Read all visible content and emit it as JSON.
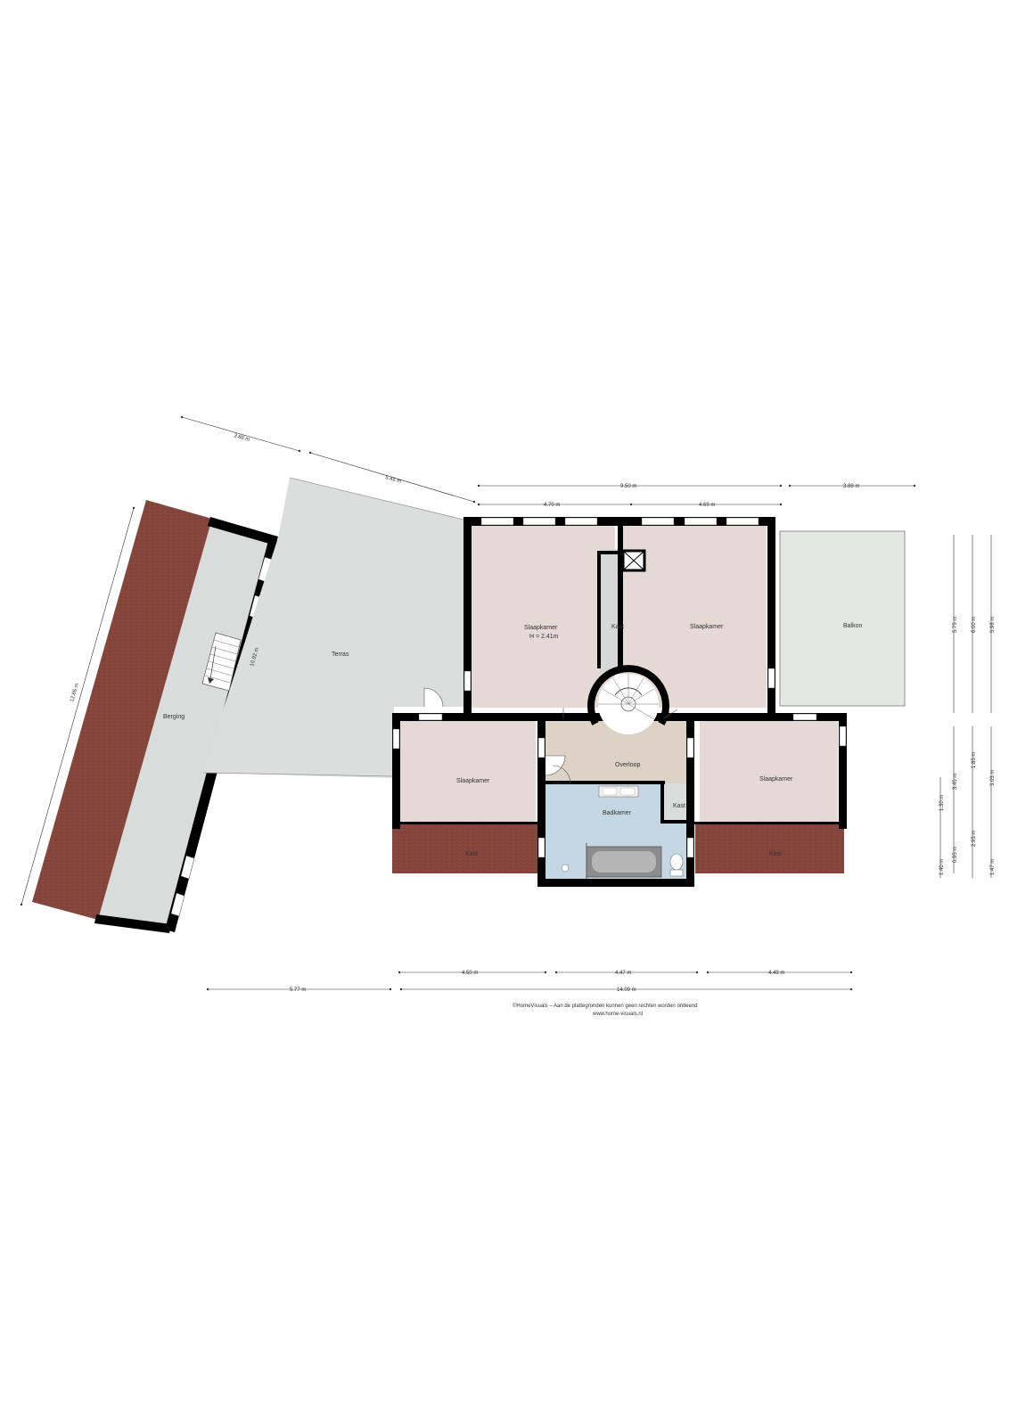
{
  "colors": {
    "wall": "#000000",
    "roof": "#8a4a40",
    "berging": "#dadcdc",
    "terras": "#dcdedd",
    "bedroom": "#e5d9d6",
    "overloop": "#dcd2c6",
    "badkamer": "#c5d7e2",
    "kast": "#d6d8d8",
    "balkon": "#e5e7e4"
  },
  "rooms": {
    "berging": "Berging",
    "terras": "Terras",
    "slaapkamer_nw": "Slaapkamer",
    "slaapkamer_nw_height": "H = 2.41m",
    "kast_center": "Kast",
    "slaapkamer_ne": "Slaapkamer",
    "balkon": "Balkon",
    "slaapkamer_w": "Slaapkamer",
    "overloop": "Overloop",
    "badkamer": "Badkamer",
    "kast_bath": "Kast",
    "slaapkamer_e": "Slaapkamer",
    "kast_w": "Kast",
    "kast_e": "Kast"
  },
  "dimensions": {
    "top_diag_1": "3.88 m",
    "top_diag_2": "5.45 m",
    "top_950": "9.50 m",
    "top_388": "3.88 m",
    "top_470": "4.70 m",
    "top_469": "4.69 m",
    "left_diag": "12.86 m",
    "berging_inner": "10.92 m",
    "right_575": "5.75 m",
    "right_600": "6.00 m",
    "right_598": "5.98 m",
    "right_345": "3.45 m",
    "right_185": "1.85 m",
    "right_303": "3.03 m",
    "right_130": "1.30 m",
    "right_293": "2.93 m",
    "right_140": "1.40 m",
    "right_095": "0.95 m",
    "right_147": "1.47 m",
    "bottom_450": "4.50 m",
    "bottom_447": "4.47 m",
    "bottom_449": "4.49 m",
    "bottom_577": "5.77 m",
    "bottom_1409": "14.09 m"
  },
  "footer": {
    "line1": "©HomeVisuals – Aan de plattegronden kunnen geen rechten worden ontleend",
    "line2": "www.home-visuals.nl"
  }
}
